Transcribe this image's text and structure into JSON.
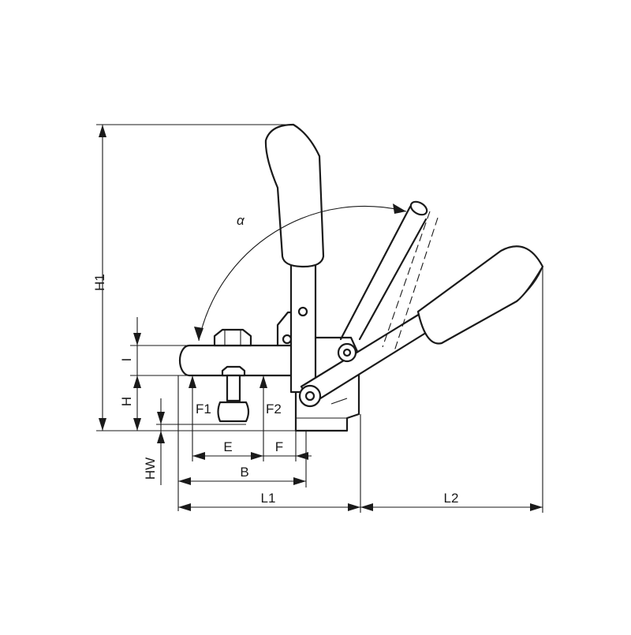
{
  "labels": {
    "h1": "H1",
    "alpha": "α",
    "i": "I",
    "h": "H",
    "hw": "HW",
    "f1": "F1",
    "f2": "F2",
    "e": "E",
    "f": "F",
    "b": "B",
    "l1": "L1",
    "l2": "L2"
  }
}
